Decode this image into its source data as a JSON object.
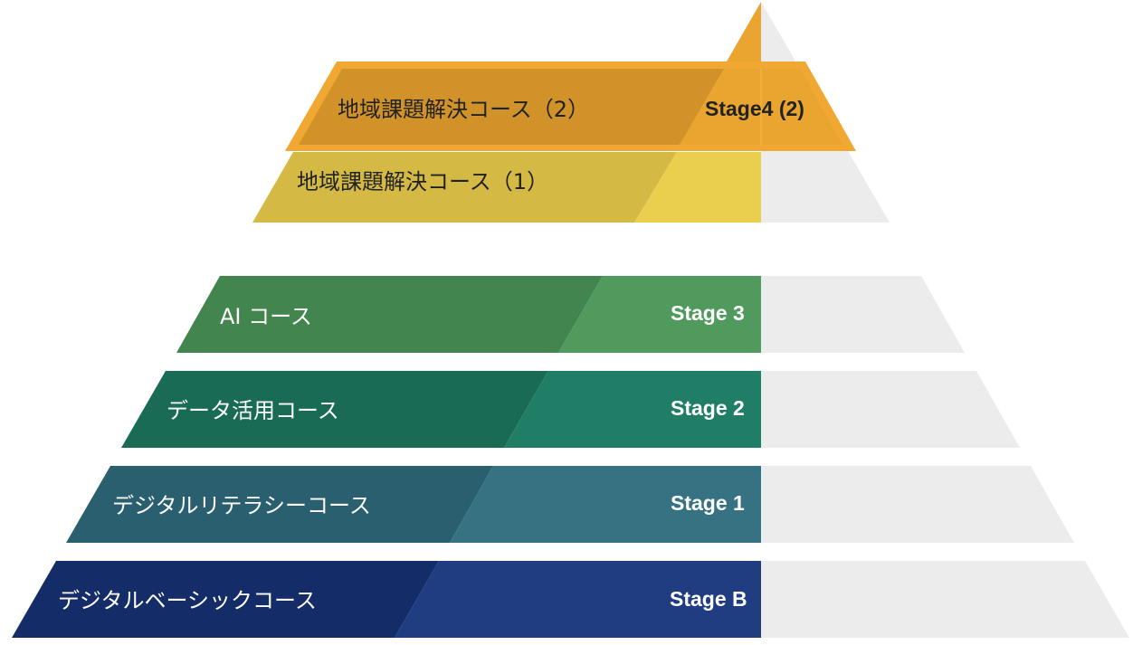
{
  "tiers": [
    {
      "course": "地域課題解決コース（2）",
      "stage": "Stage4 (2)",
      "colors": {
        "dark": "#d19329",
        "light": "#e9a530",
        "border": "#f0a832"
      }
    },
    {
      "course": "地域課題解決コース（1）",
      "stage": "",
      "colors": {
        "dark": "#d4b945",
        "light": "#e9cf4d"
      }
    },
    {
      "course": "AI コース",
      "stage": "Stage 3",
      "colors": {
        "dark": "#43854f",
        "light": "#4f9a5c"
      }
    },
    {
      "course": "データ活用コース",
      "stage": "Stage 2",
      "colors": {
        "dark": "#1a6b55",
        "light": "#207e67"
      }
    },
    {
      "course": "デジタルリテラシーコース",
      "stage": "Stage 1",
      "colors": {
        "dark": "#2a5f6f",
        "light": "#367282"
      }
    },
    {
      "course": "デジタルベーシックコース",
      "stage": "Stage B",
      "colors": {
        "dark": "#142c67",
        "light": "#1f3d80"
      }
    }
  ],
  "shadow_color": "#ebeceb"
}
